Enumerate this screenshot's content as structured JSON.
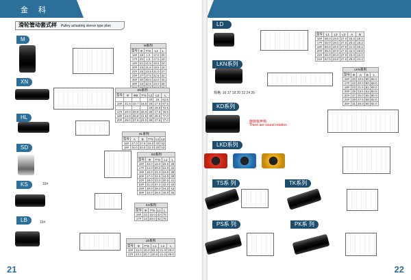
{
  "header": {
    "title": "金 科"
  },
  "left": {
    "page_number": "21",
    "section_title": "滑轮管动套式样",
    "section_subtitle": "Pulley actuating sleeve type plan",
    "tags": {
      "m": "M",
      "xn": "XN",
      "hl": "HL",
      "sd": "SD",
      "ks": "KS",
      "lb": "LB"
    },
    "labels": {
      "ks_size": "16#",
      "lb_size": "16#"
    },
    "tables": {
      "m": {
        "caption": "M系列",
        "headers": [
          "型号",
          "Φ",
          "T*S",
          "L1",
          "L"
        ],
        "rows": [
          [
            "16#",
            "19",
            "1.5",
            "17.0",
            "20"
          ],
          [
            "17#",
            "20",
            "1.5",
            "17.0",
            "20"
          ],
          [
            "18#",
            "21",
            "21.5",
            "19.5",
            "24"
          ],
          [
            "20#",
            "23",
            "21.5",
            "19.5",
            "24"
          ],
          [
            "22#",
            "25",
            "23.5",
            "21.0",
            "27"
          ],
          [
            "24#",
            "27",
            "27.5",
            "22.5",
            "32"
          ],
          [
            "26#",
            "30",
            "30.5",
            "22.0",
            "32"
          ],
          [
            "28#",
            "33",
            "32.5",
            "23.0",
            "36"
          ],
          [
            "30#",
            "36",
            "35.0",
            "23.0",
            "36"
          ]
        ]
      },
      "xn": {
        "caption": "XN系列",
        "headers": [
          "型号",
          "Φ",
          "ΦB",
          "T*S",
          "L1",
          "L2",
          "L"
        ],
        "rows": [
          [
            "",
            "",
            "",
            "",
            "20",
            "15",
            "62.5"
          ],
          [
            "16#",
            "21.5",
            "10.7",
            "16.5",
            "20",
            "17.5",
            "67.5"
          ],
          [
            "",
            "",
            "",
            "",
            "20",
            "19.5",
            "72.5"
          ],
          [
            "17#",
            "20.0",
            "20.8",
            "20.0",
            "30",
            "17.5",
            "76.5"
          ],
          [
            "18#",
            "24.0",
            "20.8",
            "21.5",
            "30",
            "20.5",
            "77.0"
          ],
          [
            "20#",
            "26.0",
            "27.8",
            "24.0",
            "30",
            "17.5",
            "77.0"
          ]
        ]
      },
      "hl": {
        "caption": "HL系列",
        "headers": [
          "型号",
          "A",
          "B",
          "T*S",
          "L1",
          "L2"
        ],
        "rows": [
          [
            "16#",
            "27.0",
            "27.8",
            "18.0",
            "20",
            "52"
          ],
          [
            "18#",
            "31.0",
            "24.8",
            "22.0",
            "20",
            "53"
          ]
        ]
      },
      "sd": {
        "caption": "SD系列",
        "headers": [
          "型号",
          "Φ",
          "T*S",
          "L1",
          "L"
        ],
        "rows": [
          [
            "16#",
            "22.0",
            "18.0",
            "15.0",
            "28"
          ],
          [
            "17#",
            "24.0",
            "20.0",
            "16.0",
            "34"
          ],
          [
            "18#",
            "26.0",
            "21.0",
            "16.0",
            "38"
          ],
          [
            "20#",
            "27.0",
            "21.5",
            "18.0",
            "38"
          ],
          [
            "22#",
            "28.0",
            "23.0",
            "20.0",
            "41"
          ],
          [
            "24#",
            "31.0",
            "27.0",
            "22.0",
            "40"
          ],
          [
            "26#",
            "30.0",
            "28.0",
            "24.0",
            "43"
          ],
          [
            "30#",
            "32.0",
            "28.5",
            "25.0",
            "45"
          ]
        ]
      },
      "ks": {
        "caption": "KS系列",
        "headers": [
          "型号",
          "Φ",
          "T*S",
          "L1",
          "L"
        ],
        "rows": [
          [
            "16#",
            "22",
            "16.0",
            "42",
            "76"
          ],
          [
            "17#",
            "24",
            "20.0",
            "42",
            "76"
          ]
        ]
      },
      "lb": {
        "caption": "LB系列",
        "headers": [
          "型号",
          "Φ",
          "T*S",
          "L1",
          "L2",
          "L"
        ],
        "rows": [
          [
            "16#",
            "22.0",
            "16.0",
            "53.0",
            "21.0",
            "29.0"
          ],
          [
            "17#",
            "23.1",
            "20.7",
            "20.0",
            "21.0",
            "29.0"
          ]
        ]
      }
    }
  },
  "right": {
    "page_number": "22",
    "tags": {
      "ld": "LD",
      "lkn": "LKN系列",
      "kd": "KD系列",
      "lkd": "LKD系列",
      "ts": "TS系 列",
      "tk": "TK系列",
      "ps": "PS系 列",
      "pk": "PK系 列"
    },
    "notes": {
      "lkn_sizes": "规格: 16 17 18 20 22 24 26",
      "kd_cn": "旋转有声响",
      "kd_en": "There are sound rotation"
    },
    "tables": {
      "ld": {
        "headers": [
          "型号",
          "L1",
          "L2",
          "L3",
          "A",
          "B"
        ],
        "rows": [
          [
            "16#",
            "60.0",
            "19.0",
            "27.0",
            "20.0",
            "19.2"
          ],
          [
            "17#",
            "60.0",
            "19.0",
            "27.0",
            "20.0",
            "19.2"
          ],
          [
            "18#",
            "60.0",
            "19.0",
            "27.0",
            "21.0",
            "20.2"
          ],
          [
            "20#",
            "60.0",
            "20.0",
            "27.0",
            "22.0",
            "20.0"
          ],
          [
            "22#",
            "60.0",
            "20.0",
            "27.0",
            "23.0",
            "22.2"
          ],
          [
            "24#",
            "67.0",
            "23.0",
            "27.0",
            "25.0",
            "24.2"
          ]
        ]
      },
      "lkn": {
        "caption": "LKN系列",
        "headers": [
          "型号",
          "Φ",
          "A",
          "B",
          "L"
        ],
        "rows": [
          [
            "16#",
            "20",
            "19.5",
            "50",
            "68.0"
          ],
          [
            "17#",
            "22",
            "20.0",
            "50",
            "68.0"
          ],
          [
            "18#",
            "23",
            "21.5",
            "51",
            "68.0"
          ],
          [
            "20#",
            "25",
            "23.5",
            "53",
            "80.0"
          ],
          [
            "22#",
            "27",
            "25.0",
            "55",
            "80.0"
          ],
          [
            "24#",
            "29",
            "27.5",
            "58",
            "82.0"
          ],
          [
            "26#",
            "31",
            "29.0",
            "60",
            "82.0"
          ]
        ]
      }
    }
  }
}
